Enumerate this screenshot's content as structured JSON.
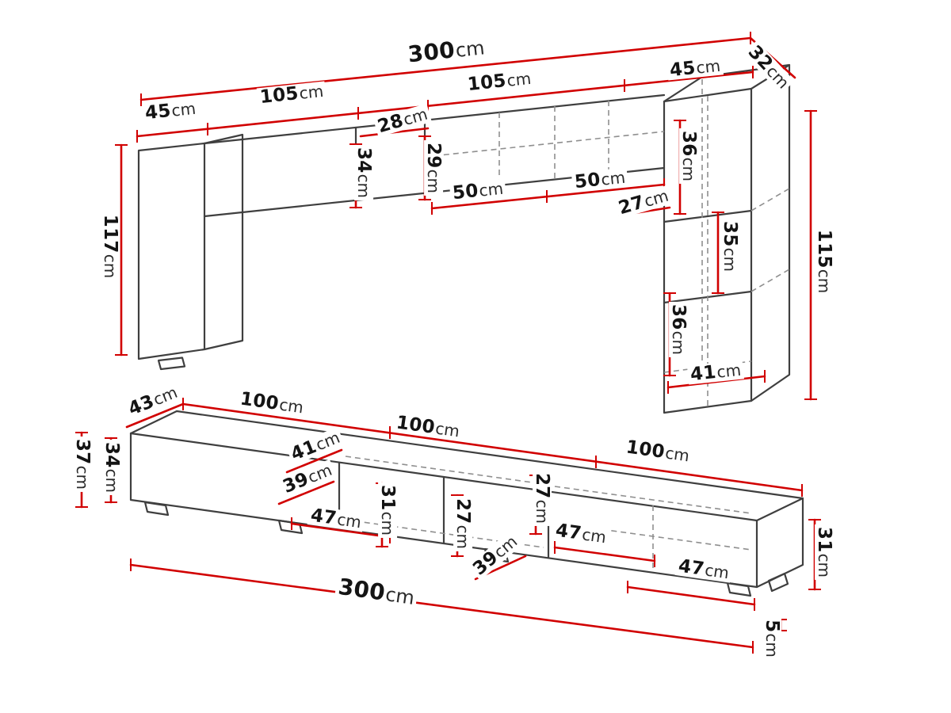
{
  "unit": "cm",
  "colors": {
    "dimension": "#d10000",
    "outline": "#3f3f3f",
    "hidden_line": "#8f8f8f",
    "background": "#ffffff"
  },
  "dims": {
    "upper": {
      "total_width": "300",
      "left_width": "45",
      "shelf_width_left": "105",
      "divider_width": "28",
      "shelf_width_right": "105",
      "right_width": "45",
      "depth": "32",
      "height_left_inner": "34",
      "height_right_inner": "29",
      "inner_width_a": "50",
      "inner_width_b": "50",
      "inner_depth": "27",
      "right_section_top": "36",
      "right_section_middle": "35",
      "right_section_bottom": "36",
      "right_inner_width": "41",
      "left_height": "117",
      "right_height": "115"
    },
    "lower": {
      "depth": "43",
      "section_width_a": "100",
      "section_width_b": "100",
      "section_width_c": "100",
      "top_depth": "41",
      "inner_depth_a": "39",
      "inner_width_a": "47",
      "inner_height_a": "31",
      "inner_height_b": "27",
      "inner_height_c": "27",
      "inner_depth_b": "39",
      "inner_width_b": "47",
      "inner_width_c": "47",
      "total_height": "37",
      "body_height": "34",
      "right_height": "31",
      "total_width": "300",
      "foot_height": "5"
    }
  }
}
